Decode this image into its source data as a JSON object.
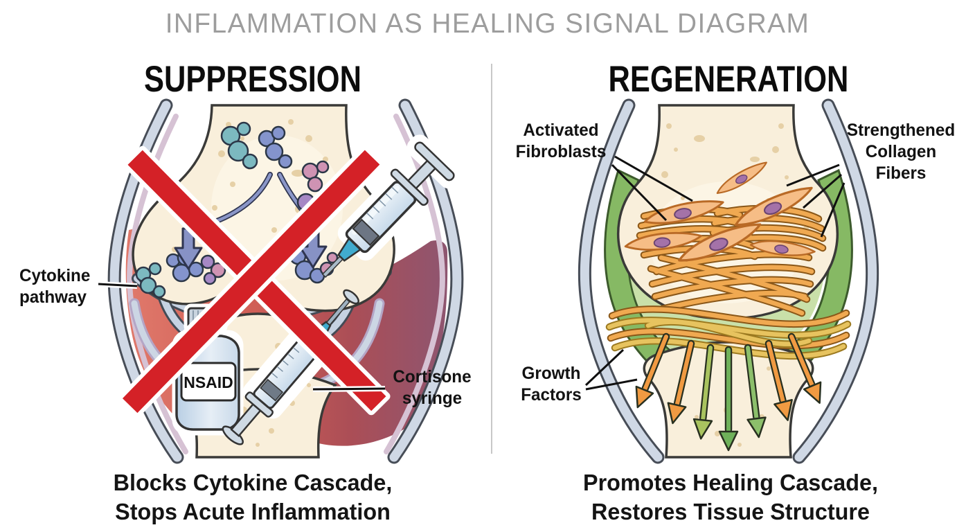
{
  "title": "INFLAMMATION AS HEALING SIGNAL DIAGRAM",
  "left": {
    "heading": "SUPPRESSION",
    "cytokine_label_l1": "Cytokine",
    "cytokine_label_l2": "pathway",
    "nsaid_label": "NSAID",
    "cortisone_label_l1": "Cortisone",
    "cortisone_label_l2": "syringe",
    "caption_l1": "Blocks Cytokine Cascade,",
    "caption_l2": "Stops Acute Inflammation"
  },
  "right": {
    "heading": "REGENERATION",
    "fibroblasts_label_l1": "Activated",
    "fibroblasts_label_l2": "Fibroblasts",
    "collagen_label_l1": "Strengthened",
    "collagen_label_l2": "Collagen",
    "collagen_label_l3": "Fibers",
    "growth_label_l1": "Growth",
    "growth_label_l2": "Factors",
    "caption_l1": "Promotes Healing Cascade,",
    "caption_l2": "Restores Tissue Structure"
  },
  "colors": {
    "red_x": "#d42127",
    "inflamed_synovium": "#d05e56",
    "healing_synovium": "#86b964",
    "bone_cream": "#f9efdb",
    "cartilage_blue": "#cfd8e5",
    "collagen_orange": "#f0a951",
    "cytokine_arrow_blue": "#8792c5",
    "growth_arrow_orange": "#f09a42",
    "growth_arrow_green": "#6fb15a",
    "title_gray": "#9d9d9d"
  }
}
